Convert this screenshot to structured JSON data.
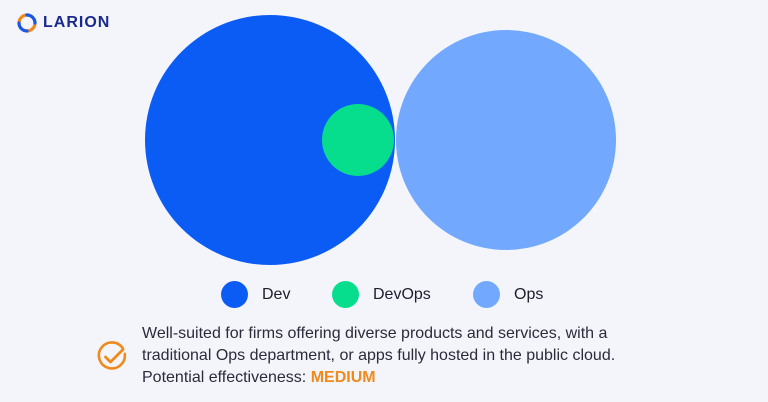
{
  "brand": {
    "name": "LARION"
  },
  "diagram": {
    "type": "venn",
    "sets": [
      {
        "label": "Dev",
        "color": "#0b5cf5"
      },
      {
        "label": "DevOps",
        "color": "#06de8e"
      },
      {
        "label": "Ops",
        "color": "#72a9ff"
      }
    ]
  },
  "note": {
    "icon": "check-circle-icon",
    "icon_color": "#f08a1c",
    "line1": "Well-suited for firms offering diverse products and services, with a",
    "line2": "traditional Ops department, or apps fully hosted in the public cloud.",
    "effectiveness_label": "Potential effectiveness:",
    "effectiveness_value": "MEDIUM",
    "effectiveness_color": "#f08a1c"
  }
}
